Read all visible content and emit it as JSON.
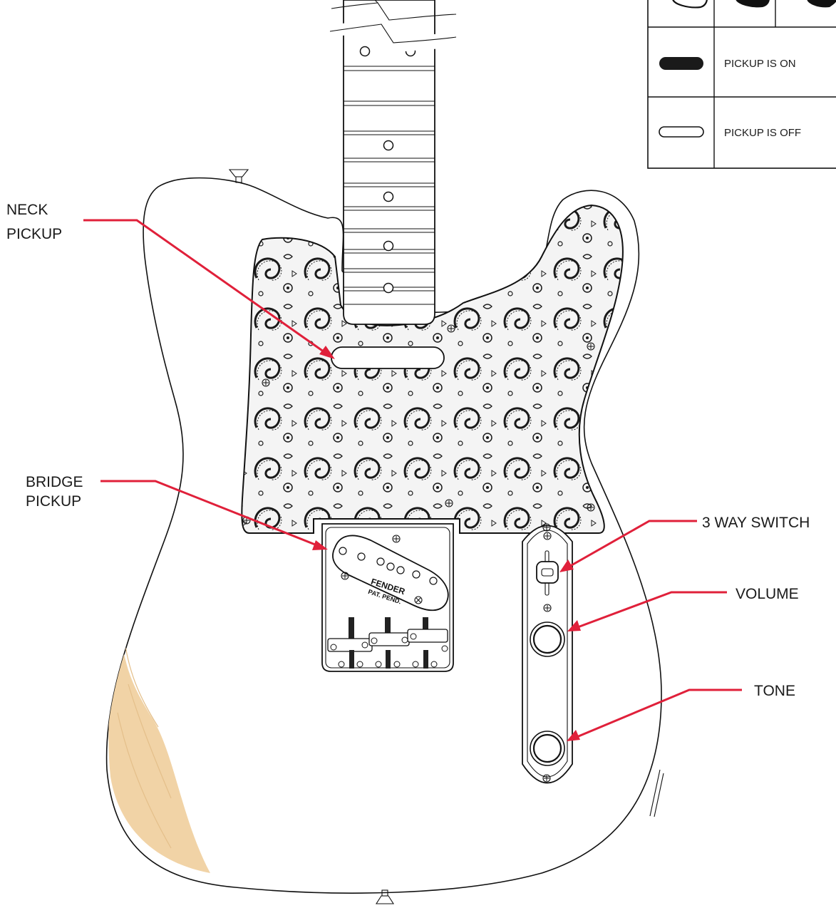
{
  "labels": {
    "neck_pickup": [
      "NECK",
      "PICKUP"
    ],
    "bridge_pickup": [
      "BRIDGE",
      "PICKUP"
    ],
    "three_way_switch": "3 WAY SWITCH",
    "volume": "VOLUME",
    "tone": "TONE"
  },
  "bridge_stamp": [
    "FENDER",
    "PAT. PEND."
  ],
  "legend": {
    "rows": [
      {
        "icon": "pickup-on-icon",
        "text": "PICKUP IS ON"
      },
      {
        "icon": "pickup-off-icon",
        "text": "PICKUP IS OFF"
      }
    ]
  },
  "colors": {
    "callout": "#e0203a",
    "outline": "#111111",
    "wood": "#f1d3a6"
  }
}
